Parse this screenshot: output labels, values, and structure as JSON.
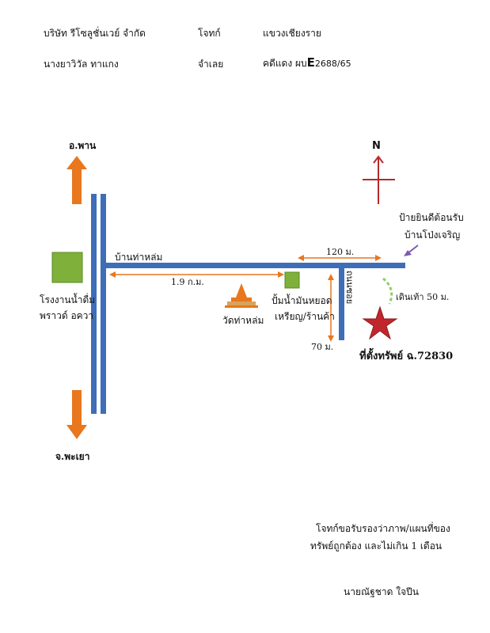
{
  "header": {
    "company": "บริษัท รีโซลูชั่นเวย์ จำกัด",
    "plaintiff_label": "โจทก์",
    "district": "แขวงเชียงราย",
    "defendant_name": "นางยาวิวัล ทาแกง",
    "defendant_label": "จำเลย",
    "case_prefix": "คดีแดง ผบ",
    "case_letter": "E",
    "case_number": "2688/65"
  },
  "map": {
    "north_label": "N",
    "to_north_town": "อ.พาน",
    "to_south_town": "จ.พะเยา",
    "road_name": "บ้านท่าหล่ม",
    "distance_main": "1.9 ก.ม.",
    "distance_side": "120 ม.",
    "distance_down": "70 ม.",
    "side_road_name": "ถนนซอย",
    "factory": "โรงงานน้ำดื่ม\nพราวด์ อควา",
    "factory_line1": "โรงงานน้ำดื่ม",
    "factory_line2": "พราวด์ อควา",
    "temple": "วัดท่าหล่ม",
    "gas_line1": "ปั้มน้ำมันหยอด",
    "gas_line2": "เหรียญ/ร้านค้า",
    "sign_line1": "ป้ายยินดีต้อนรับ",
    "sign_line2": "บ้านโป่งเจริญ",
    "walk": "เดินเท้า 50 ม.",
    "property": "ที่ตั้งทรัพย์ ฉ.72830",
    "colors": {
      "road": "#3f6eb8",
      "arrow": "#e8771e",
      "north": "#b52a2a",
      "building": "#7fb03a",
      "star": "#c0272d",
      "sign_arrow": "#7a5bb0",
      "walk_dash": "#8fce6a"
    }
  },
  "footer": {
    "cert_line1": "โจทก์ขอรับรองว่าภาพ/แผนที่ของ",
    "cert_line2": "ทรัพย์ถูกต้อง และไม่เกิน 1 เดือน",
    "signer": "นายณัฐชาด ใจปีน"
  }
}
